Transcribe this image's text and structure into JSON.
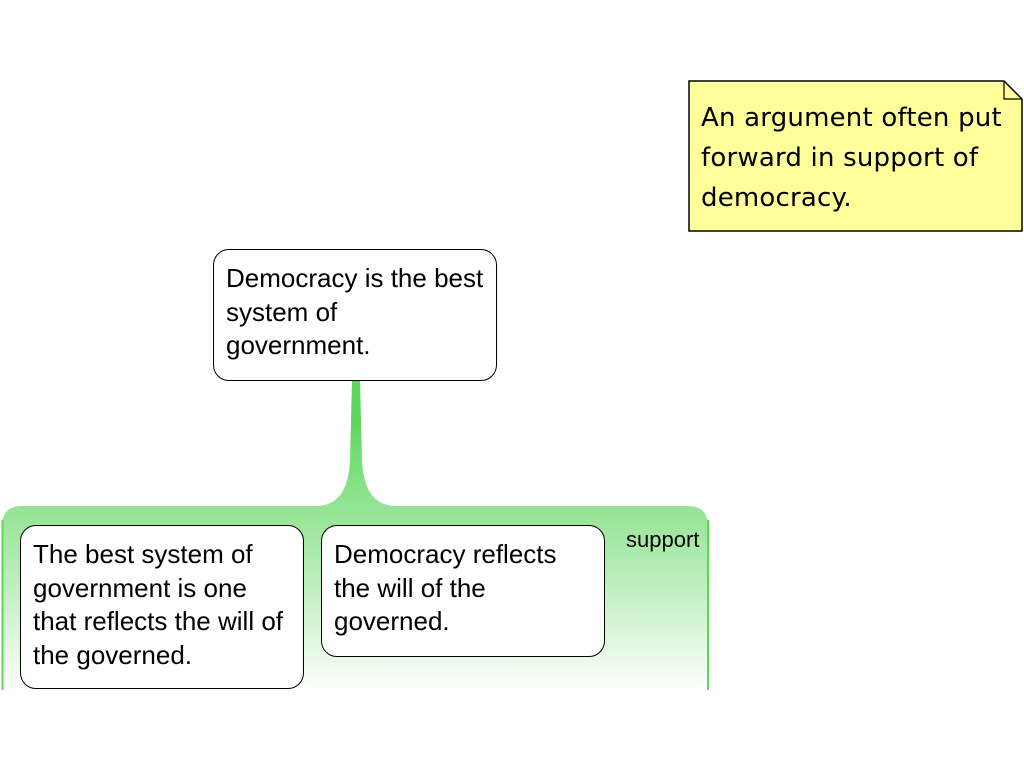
{
  "note": {
    "text": "An argument often put forward in support of democracy.",
    "fill": "#FFFF99"
  },
  "claim": {
    "text": "Democracy is the best system of government."
  },
  "premises": [
    {
      "text": "The best system of government is one that reflects the will of the governed."
    },
    {
      "text": "Democracy reflects the will of the governed."
    }
  ],
  "relation": {
    "label": "support",
    "color": "#5CD65C"
  }
}
